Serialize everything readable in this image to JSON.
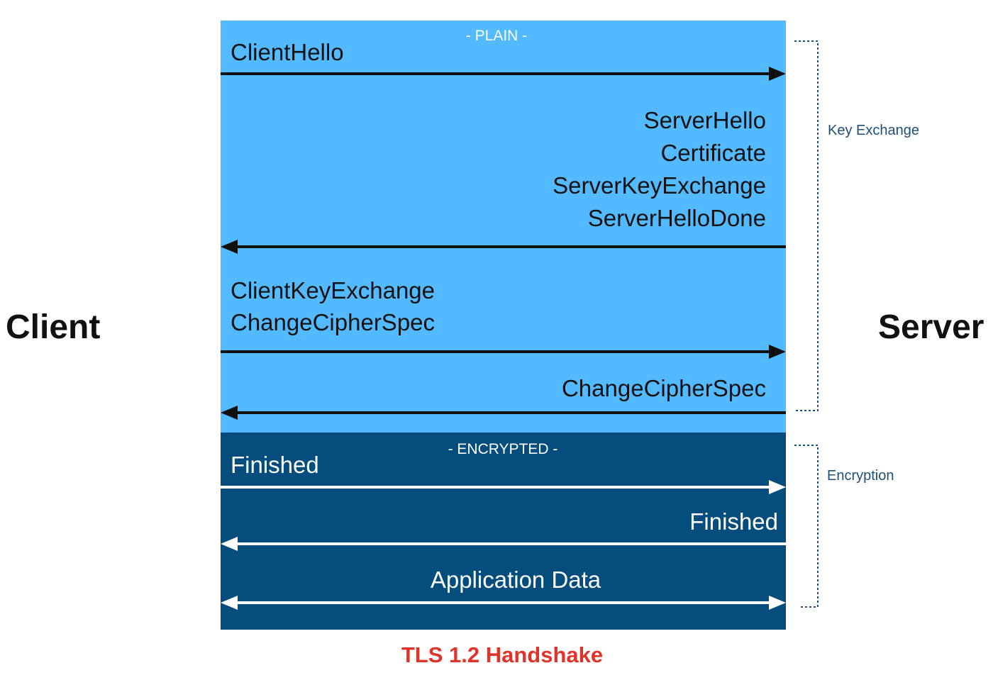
{
  "parties": {
    "client": "Client",
    "server": "Server"
  },
  "sections": {
    "plain": {
      "label": "- PLAIN -",
      "color": "#54baff"
    },
    "encrypted": {
      "label": "- ENCRYPTED -",
      "color": "#054d7d"
    }
  },
  "messages": {
    "client_hello": "ClientHello",
    "server_hello": "ServerHello",
    "certificate": "Certificate",
    "server_key_exchange": "ServerKeyExchange",
    "server_hello_done": "ServerHelloDone",
    "client_key_exchange": "ClientKeyExchange",
    "client_change_cipher_spec": "ChangeCipherSpec",
    "server_change_cipher_spec": "ChangeCipherSpec",
    "client_finished": "Finished",
    "server_finished": "Finished",
    "application_data": "Application Data"
  },
  "arrows": [
    {
      "from": "client",
      "to": "server",
      "phase": "plain"
    },
    {
      "from": "server",
      "to": "client",
      "phase": "plain"
    },
    {
      "from": "client",
      "to": "server",
      "phase": "plain"
    },
    {
      "from": "server",
      "to": "client",
      "phase": "plain"
    },
    {
      "from": "client",
      "to": "server",
      "phase": "encrypted"
    },
    {
      "from": "server",
      "to": "client",
      "phase": "encrypted"
    },
    {
      "from": "both",
      "to": "both",
      "phase": "encrypted"
    }
  ],
  "brackets": {
    "key_exchange": "Key Exchange",
    "encryption": "Encryption"
  },
  "caption": "TLS 1.2 Handshake",
  "colors": {
    "caption": "#e0332a",
    "bracket_text": "#1e4f78",
    "dark_arrow": "#111111",
    "light_arrow": "#ffffff"
  }
}
